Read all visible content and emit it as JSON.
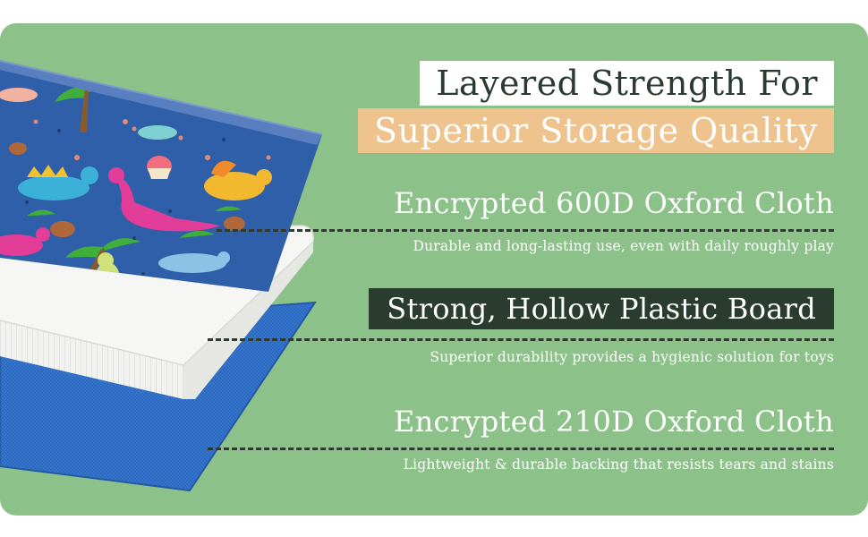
{
  "colors": {
    "panel_background": "#8cc18a",
    "title_box_white": "#ffffff",
    "title_box_tan": "#eec38d",
    "dark_green": "#2a3b30",
    "blue_fabric": "#2f6ec4",
    "dino_print_blue": "#2f5fa8",
    "plastic_board": "#f4f4f2"
  },
  "heading": {
    "line1": "Layered Strength For",
    "line2": "Superior Storage Quality"
  },
  "layers": [
    {
      "title": "Encrypted 600D Oxford Cloth",
      "description": "Durable and long-lasting use, even with daily roughly play"
    },
    {
      "title": "Strong, Hollow Plastic Board",
      "description": "Superior durability provides a hygienic solution for toys"
    },
    {
      "title": "Encrypted 210D Oxford Cloth",
      "description": "Lightweight & durable backing that resists tears and stains"
    }
  ],
  "illustration": {
    "top_layer_pattern": "dinosaur-print",
    "icons": [
      "dinosaur-icon",
      "palm-tree-icon",
      "pinecone-icon"
    ]
  }
}
